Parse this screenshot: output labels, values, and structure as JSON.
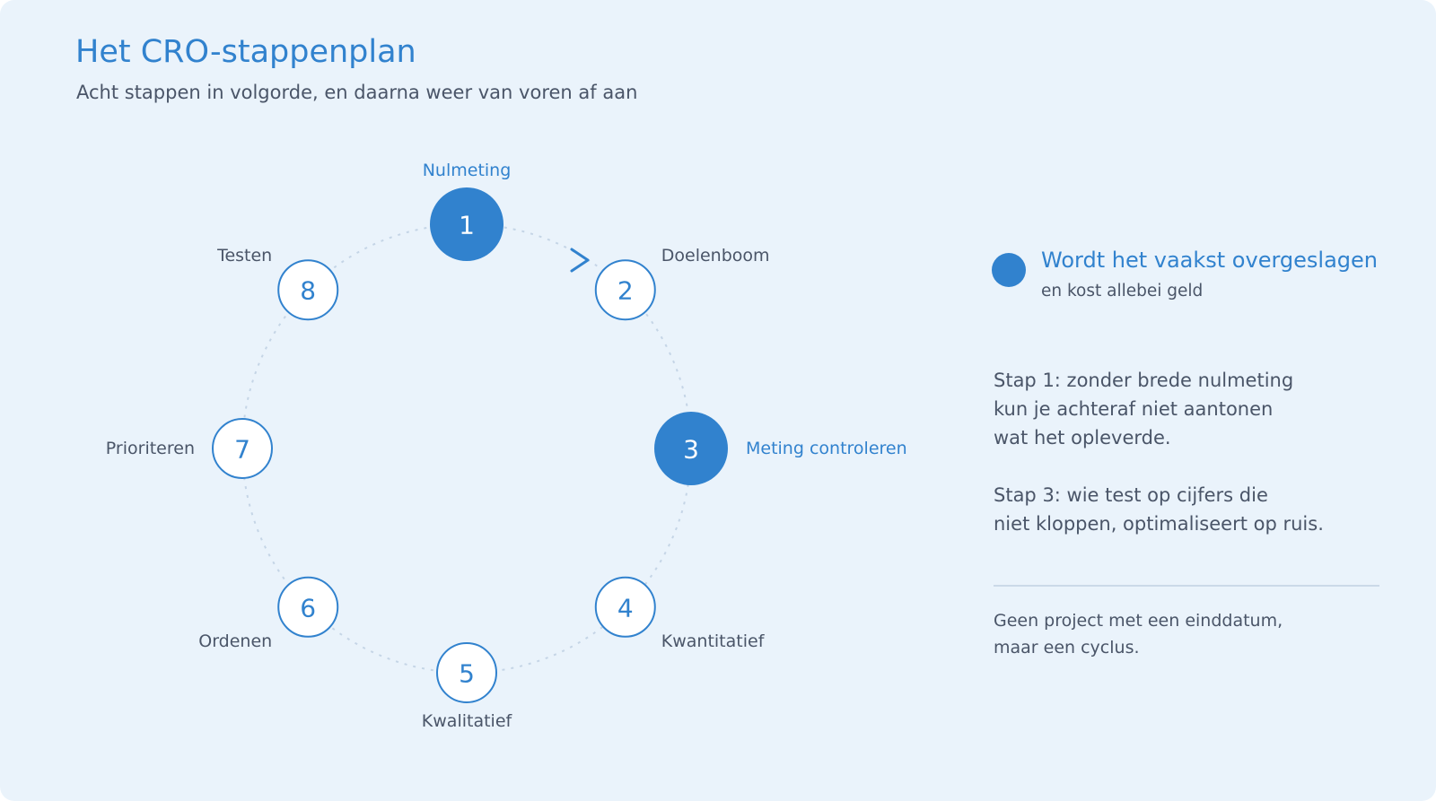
{
  "header": {
    "title": "Het CRO-stappenplan",
    "subtitle": "Acht stappen in volgorde, en daarna weer van voren af aan"
  },
  "cycle": {
    "steps": [
      {
        "number": "1",
        "label": "Nulmeting",
        "highlighted": true
      },
      {
        "number": "2",
        "label": "Doelenboom",
        "highlighted": false
      },
      {
        "number": "3",
        "label": "Meting controleren",
        "highlighted": true
      },
      {
        "number": "4",
        "label": "Kwantitatief",
        "highlighted": false
      },
      {
        "number": "5",
        "label": "Kwalitatief",
        "highlighted": false
      },
      {
        "number": "6",
        "label": "Ordenen",
        "highlighted": false
      },
      {
        "number": "7",
        "label": "Prioriteren",
        "highlighted": false
      },
      {
        "number": "8",
        "label": "Testen",
        "highlighted": false
      }
    ]
  },
  "legend": {
    "title": "Wordt het vaakst overgeslagen",
    "subtitle": "en kost allebei geld"
  },
  "notes": {
    "step1": [
      "Stap 1: zonder brede nulmeting",
      "kun je achteraf niet aantonen",
      "wat het opleverde."
    ],
    "step3": [
      "Stap 3: wie test op cijfers die",
      "niet kloppen, optimaliseert op ruis."
    ]
  },
  "footer": {
    "lines": [
      "Geen project met een einddatum,",
      "maar een cyclus."
    ]
  },
  "colors": {
    "accent": "#3182ce",
    "text": "#4a5568",
    "background": "#eaf3fb",
    "ring": "#c5d5e6"
  }
}
